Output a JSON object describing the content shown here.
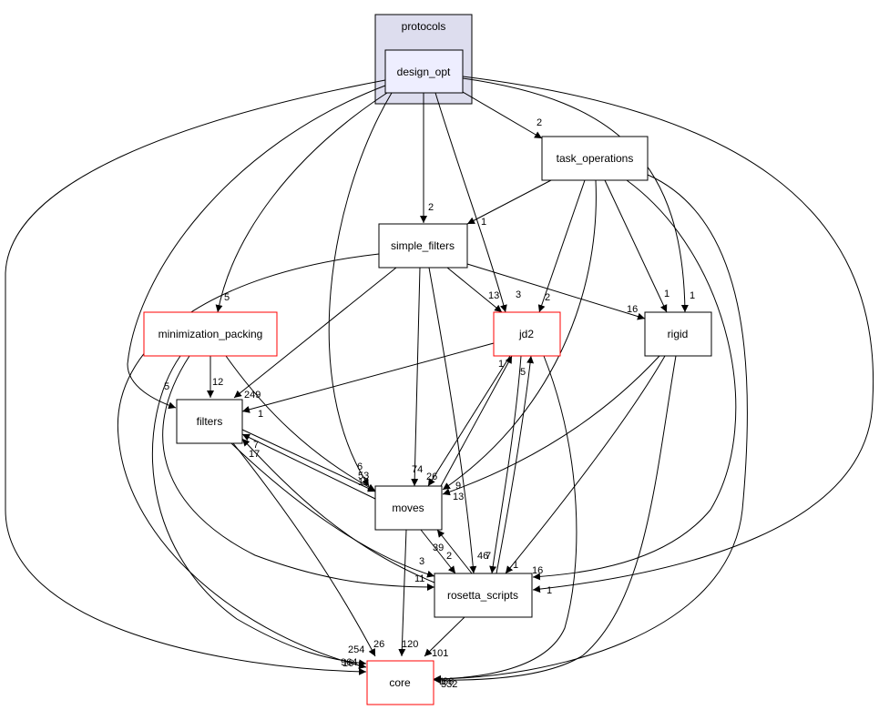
{
  "cluster": {
    "label": "protocols"
  },
  "nodes": {
    "design_opt": {
      "label": "design_opt",
      "border": "#000000"
    },
    "task_operations": {
      "label": "task_operations",
      "border": "#000000"
    },
    "simple_filters": {
      "label": "simple_filters",
      "border": "#000000"
    },
    "minimization_packing": {
      "label": "minimization_packing",
      "border": "#ff0000"
    },
    "jd2": {
      "label": "jd2",
      "border": "#ff0000"
    },
    "rigid": {
      "label": "rigid",
      "border": "#000000"
    },
    "filters": {
      "label": "filters",
      "border": "#000000"
    },
    "moves": {
      "label": "moves",
      "border": "#000000"
    },
    "rosetta_scripts": {
      "label": "rosetta_scripts",
      "border": "#000000"
    },
    "core": {
      "label": "core",
      "border": "#ff0000"
    }
  },
  "edges": [
    {
      "id": "design_opt-task_operations",
      "from": "design_opt",
      "to": "task_operations",
      "label": "2"
    },
    {
      "id": "design_opt-simple_filters",
      "from": "design_opt",
      "to": "simple_filters",
      "label": "2"
    },
    {
      "id": "design_opt-jd2",
      "from": "design_opt",
      "to": "jd2",
      "label": "3"
    },
    {
      "id": "design_opt-rigid",
      "from": "design_opt",
      "to": "rigid",
      "label": "1"
    },
    {
      "id": "design_opt-minimization_packing",
      "from": "design_opt",
      "to": "minimization_packing",
      "label": "5"
    },
    {
      "id": "design_opt-filters",
      "from": "design_opt",
      "to": "filters",
      "label": "5"
    },
    {
      "id": "design_opt-moves",
      "from": "design_opt",
      "to": "moves",
      "label": "6"
    },
    {
      "id": "design_opt-rosetta_scripts",
      "from": "design_opt",
      "to": "rosetta_scripts",
      "label": "1"
    },
    {
      "id": "design_opt-core",
      "from": "design_opt",
      "to": "core",
      "label": "16"
    },
    {
      "id": "task_operations-simple_filters",
      "from": "task_operations",
      "to": "simple_filters",
      "label": "1"
    },
    {
      "id": "task_operations-jd2",
      "from": "task_operations",
      "to": "jd2",
      "label": "2"
    },
    {
      "id": "task_operations-rigid",
      "from": "task_operations",
      "to": "rigid",
      "label": "1"
    },
    {
      "id": "task_operations-moves",
      "from": "task_operations",
      "to": "moves",
      "label": "9"
    },
    {
      "id": "task_operations-rosetta_scripts",
      "from": "task_operations",
      "to": "rosetta_scripts",
      "label": "16"
    },
    {
      "id": "task_operations-core",
      "from": "task_operations",
      "to": "core",
      "label": "88"
    },
    {
      "id": "simple_filters-jd2",
      "from": "simple_filters",
      "to": "jd2",
      "label": "13"
    },
    {
      "id": "simple_filters-rigid",
      "from": "simple_filters",
      "to": "rigid",
      "label": "16"
    },
    {
      "id": "simple_filters-filters",
      "from": "simple_filters",
      "to": "filters",
      "label": "249"
    },
    {
      "id": "simple_filters-moves",
      "from": "simple_filters",
      "to": "moves",
      "label": "74"
    },
    {
      "id": "simple_filters-rosetta_scripts",
      "from": "simple_filters",
      "to": "rosetta_scripts",
      "label": "46"
    },
    {
      "id": "simple_filters-core",
      "from": "simple_filters",
      "to": "core",
      "label": "964"
    },
    {
      "id": "minimization_packing-filters",
      "from": "minimization_packing",
      "to": "filters",
      "label": "12"
    },
    {
      "id": "minimization_packing-moves",
      "from": "minimization_packing",
      "to": "moves",
      "label": "53"
    },
    {
      "id": "minimization_packing-rosetta_scripts",
      "from": "minimization_packing",
      "to": "rosetta_scripts",
      "label": "11"
    },
    {
      "id": "minimization_packing-core",
      "from": "minimization_packing",
      "to": "core",
      "label": "254"
    },
    {
      "id": "jd2-filters",
      "from": "jd2",
      "to": "filters",
      "label": "1"
    },
    {
      "id": "jd2-moves",
      "from": "jd2",
      "to": "moves",
      "label": "26"
    },
    {
      "id": "jd2-rosetta_scripts",
      "from": "jd2",
      "to": "rosetta_scripts",
      "label": "7"
    },
    {
      "id": "jd2-core",
      "from": "jd2",
      "to": "core",
      "label": "332"
    },
    {
      "id": "rigid-moves",
      "from": "rigid",
      "to": "moves",
      "label": "13"
    },
    {
      "id": "rigid-rosetta_scripts",
      "from": "rigid",
      "to": "rosetta_scripts",
      "label": "1"
    },
    {
      "id": "rigid-core",
      "from": "rigid",
      "to": "core",
      "label": "1"
    },
    {
      "id": "filters-moves",
      "from": "filters",
      "to": "moves",
      "label": "12"
    },
    {
      "id": "filters-rosetta_scripts",
      "from": "filters",
      "to": "rosetta_scripts",
      "label": "3"
    },
    {
      "id": "filters-core",
      "from": "filters",
      "to": "core",
      "label": "26"
    },
    {
      "id": "moves-filters",
      "from": "moves",
      "to": "filters",
      "label": "7"
    },
    {
      "id": "moves-jd2",
      "from": "moves",
      "to": "jd2",
      "label": "1"
    },
    {
      "id": "moves-rosetta_scripts",
      "from": "moves",
      "to": "rosetta_scripts",
      "label": "2"
    },
    {
      "id": "moves-core",
      "from": "moves",
      "to": "core",
      "label": "120"
    },
    {
      "id": "rosetta_scripts-filters",
      "from": "rosetta_scripts",
      "to": "filters",
      "label": "17"
    },
    {
      "id": "rosetta_scripts-moves",
      "from": "rosetta_scripts",
      "to": "moves",
      "label": "39"
    },
    {
      "id": "rosetta_scripts-jd2",
      "from": "rosetta_scripts",
      "to": "jd2",
      "label": "5"
    },
    {
      "id": "rosetta_scripts-core",
      "from": "rosetta_scripts",
      "to": "core",
      "label": "101"
    }
  ]
}
